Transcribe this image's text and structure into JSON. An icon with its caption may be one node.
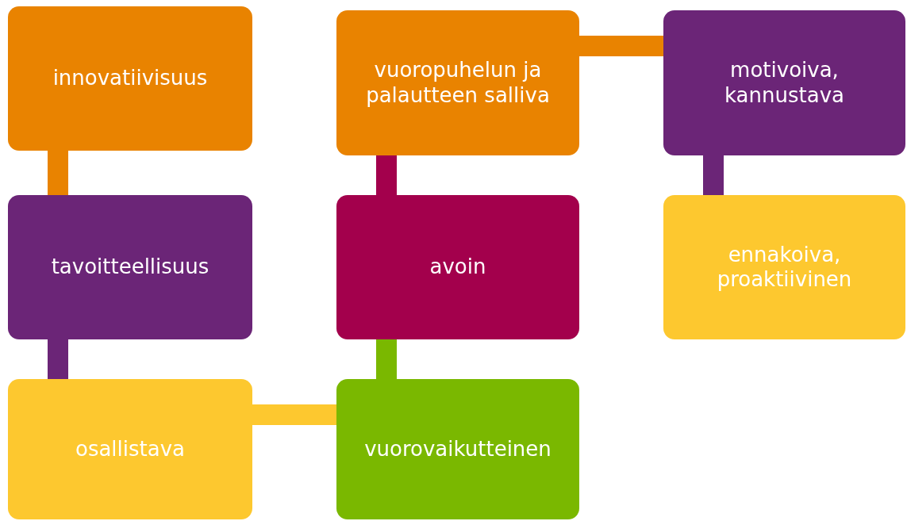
{
  "diagram": {
    "nodes": [
      {
        "text": [
          "innovatiivisuus"
        ]
      },
      {
        "text": [
          "tavoitteellisuus"
        ]
      },
      {
        "text": [
          "osallistava"
        ]
      },
      {
        "text": [
          "vuorovaikutteinen"
        ]
      },
      {
        "text": [
          "avoin"
        ]
      },
      {
        "text": [
          "vuoropuhelun ja palautteen salliva"
        ]
      },
      {
        "text": [
          "motivoiva, kannustava"
        ]
      },
      {
        "text": [
          "ennakoiva, proaktiivinen"
        ]
      }
    ],
    "edges": [
      {
        "from": 0,
        "to": 1,
        "arrow": "none",
        "color": "#e98300"
      },
      {
        "from": 1,
        "to": 2,
        "arrow": "none",
        "color": "#6b2577"
      },
      {
        "from": 2,
        "to": 3,
        "arrow": "none",
        "color": "#fdc82f"
      },
      {
        "from": 3,
        "to": 4,
        "arrow": "none",
        "color": "#7ab800"
      },
      {
        "from": 4,
        "to": 5,
        "arrow": "none",
        "color": "#a3004c"
      },
      {
        "from": 5,
        "to": 6,
        "arrow": "none",
        "color": "#e98300"
      },
      {
        "from": 6,
        "to": 7,
        "arrow": "none",
        "color": "#6b2577"
      }
    ]
  }
}
